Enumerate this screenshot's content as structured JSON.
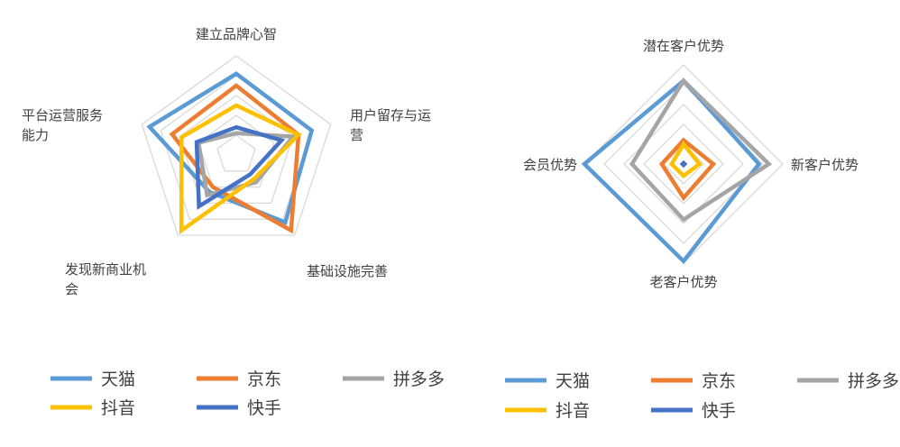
{
  "colors": {
    "天猫": "#5b9bd5",
    "京东": "#ed7d31",
    "拼多多": "#a5a5a5",
    "抖音": "#ffc000",
    "快手": "#4472c4",
    "grid": "#d9d9d9"
  },
  "chart_data": [
    {
      "type": "radar",
      "axes": [
        "建立品牌心智",
        "用户留存与运营",
        "基础设施完善",
        "发现新商业机会",
        "平台运营服务能力"
      ],
      "rmax": 5,
      "grid_levels": 5,
      "legend_position": "bottom",
      "series": [
        {
          "name": "天猫",
          "values": [
            4.1,
            4.0,
            4.2,
            2.3,
            4.6
          ]
        },
        {
          "name": "京东",
          "values": [
            3.5,
            3.3,
            4.7,
            2.0,
            3.4
          ]
        },
        {
          "name": "拼多多",
          "values": [
            1.1,
            3.0,
            1.7,
            2.5,
            2.0
          ]
        },
        {
          "name": "抖音",
          "values": [
            2.5,
            3.3,
            1.5,
            4.7,
            2.9
          ]
        },
        {
          "name": "快手",
          "values": [
            1.4,
            2.4,
            1.2,
            3.2,
            2.1
          ]
        }
      ]
    },
    {
      "type": "radar",
      "axes": [
        "潜在客户优势",
        "新客户优势",
        "老客户优势",
        "会员优势"
      ],
      "rmax": 5,
      "grid_levels": 5,
      "legend_position": "bottom",
      "series": [
        {
          "name": "天猫",
          "values": [
            4.2,
            3.8,
            4.9,
            5.0
          ]
        },
        {
          "name": "京东",
          "values": [
            1.2,
            1.5,
            1.7,
            1.1
          ]
        },
        {
          "name": "拼多多",
          "values": [
            4.2,
            4.3,
            2.8,
            2.6
          ]
        },
        {
          "name": "抖音",
          "values": [
            1.0,
            0.8,
            0.6,
            0.6
          ]
        },
        {
          "name": "快手",
          "values": [
            0.05,
            0.05,
            0.05,
            0.05
          ]
        }
      ]
    }
  ]
}
